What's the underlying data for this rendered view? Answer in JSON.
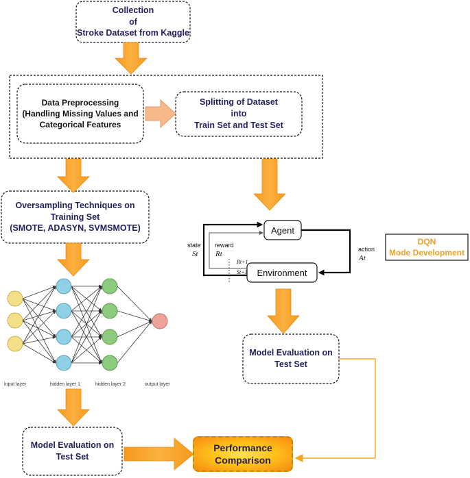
{
  "collection": [
    "Collection",
    "of",
    "Stroke Dataset from Kaggle"
  ],
  "preprocessing": [
    "Data Preprocessing",
    "(Handling Missing Values and",
    "Categorical Features"
  ],
  "splitting": [
    "Splitting of Dataset",
    "into",
    "Train Set and Test Set"
  ],
  "oversampling": [
    "Oversampling Techniques on",
    "Training Set",
    "(SMOTE, ADASYN, SVMSMOTE)"
  ],
  "nn_labels": [
    "input layer",
    "hidden layer 1",
    "hidden layer 2",
    "output layer"
  ],
  "rl": {
    "agent": "Agent",
    "environment": "Environment",
    "state": "state",
    "state_sym": "St",
    "reward": "reward",
    "reward_sym": "Rt",
    "action": "action",
    "action_sym": "At",
    "next_reward": "Rt+1",
    "next_state": "St+1"
  },
  "dqn": [
    "DQN",
    "Mode Development"
  ],
  "eval_left": [
    "Model Evaluation on",
    "Test Set"
  ],
  "eval_right": [
    "Model Evaluation on",
    "Test Set"
  ],
  "performance": [
    "Performance",
    "Comparison"
  ],
  "colors": {
    "arrow": "#f79a1d",
    "arrow_light": "#f7b98a",
    "text": "#231f5c",
    "dqn": "#f0a025",
    "input_node": "#f5e08a",
    "hidden_node_1": "#8fd0e6",
    "hidden_node_2": "#8ccb7e",
    "output_node": "#eea39a"
  }
}
